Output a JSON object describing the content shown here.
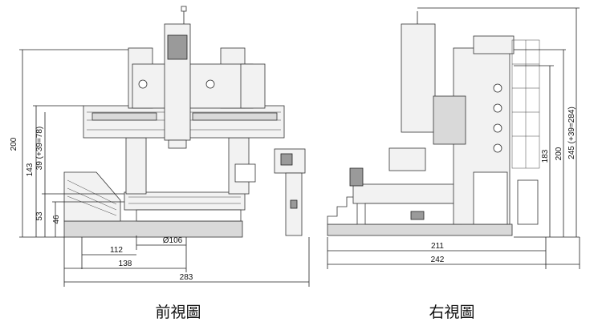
{
  "front_view": {
    "caption": "前視圖",
    "dimensions": {
      "height_total": "200",
      "height_upper": "143",
      "height_travel": "39 (+39=78)",
      "height_table": "53",
      "height_base": "46",
      "table_diameter": "Ø106",
      "width_112": "112",
      "width_138": "138",
      "width_283": "283"
    }
  },
  "side_view": {
    "caption": "右視圖",
    "dimensions": {
      "height_183": "183",
      "height_200": "200",
      "height_245": "245 (+39=284)",
      "depth_211": "211",
      "depth_242": "242"
    }
  }
}
